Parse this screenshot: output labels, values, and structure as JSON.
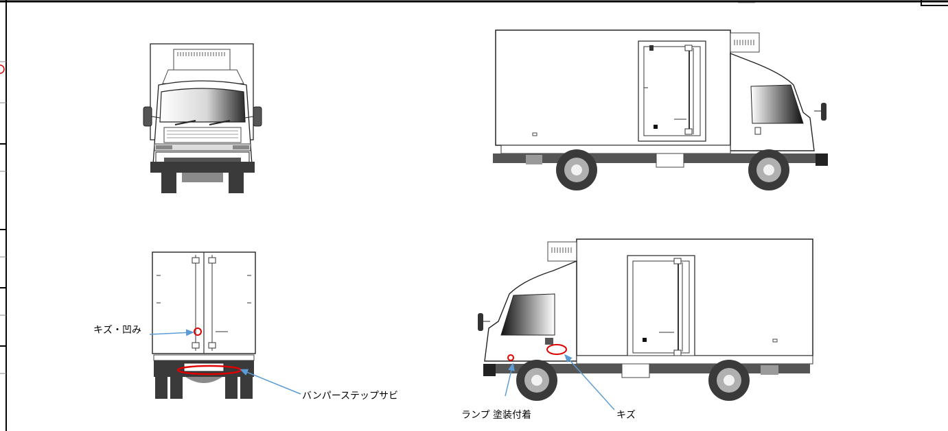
{
  "sheet": {
    "views": [
      {
        "id": "front",
        "name": "front-view"
      },
      {
        "id": "side-right",
        "name": "right-side-view"
      },
      {
        "id": "rear",
        "name": "rear-view"
      },
      {
        "id": "side-left",
        "name": "left-side-view"
      }
    ]
  },
  "annotations": {
    "rear_scratch_dent": "キズ・凹み",
    "rear_bumper_step_rust": "バンパーステップサビ",
    "left_lamp_paint": "ランプ 塗装付着",
    "left_scratch": "キズ"
  },
  "colors": {
    "marker": "#e00000",
    "arrow": "#5b9bd5",
    "line": "#222222",
    "dark": "#3a3a3a",
    "gray": "#9a9a9a"
  }
}
